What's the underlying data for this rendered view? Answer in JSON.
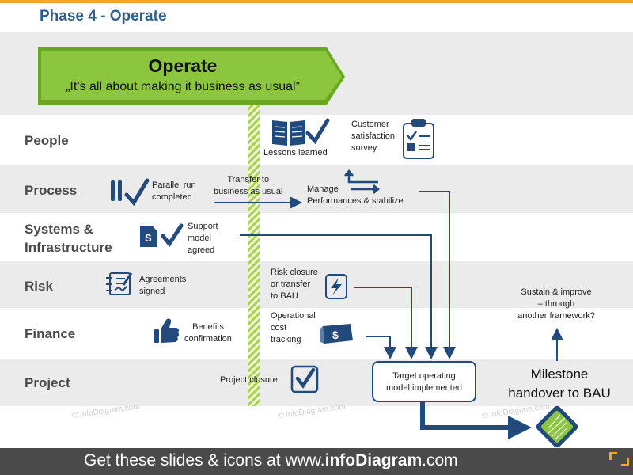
{
  "title": "Phase 4 - Operate",
  "banner": {
    "title": "Operate",
    "subtitle": "„It’s all about making it business as usual”"
  },
  "rows": [
    {
      "label": "People"
    },
    {
      "label": "Process"
    },
    {
      "label": "Systems &\nInfrastructure"
    },
    {
      "label": "Risk"
    },
    {
      "label": "Finance"
    },
    {
      "label": "Project"
    }
  ],
  "items": {
    "lessons_learned": "Lessons learned",
    "customer_survey": "Customer\nsatisfaction\nsurvey",
    "parallel_run": "Parallel run\ncompleted",
    "transfer_bau": "Transfer to\nbusiness as usual",
    "manage_perf": "Manage\nPerformances & stabilize",
    "support_model": "Support\nmodel\nagreed",
    "risk_closure": "Risk closure\nor transfer\nto BAU",
    "agreements": "Agreements\nsigned",
    "benefits": "Benefits\nconfirmation",
    "op_cost": "Operational\ncost\ntracking",
    "project_closure": "Project closure",
    "target_model": "Target operating\nmodel  implemented",
    "sustain": "Sustain & improve\n– through\nanother framework?",
    "milestone": "Milestone\nhandover to BAU"
  },
  "icons": {
    "book": "book-icon",
    "check": "check-icon",
    "clipboard": "clipboard-icon",
    "pause": "pause-icon",
    "transfer": "transfer-arrows-icon",
    "document": "document-s-icon",
    "agreement": "signed-document-icon",
    "lightning": "lightning-icon",
    "thumbs_up": "thumbs-up-icon",
    "dollar": "dollar-bill-icon",
    "checkbox": "checkbox-icon",
    "diamond": "diamond-milestone-icon"
  },
  "watermark": "© infoDiagram.com",
  "footer": {
    "prefix": "Get these slides & icons at www.",
    "brand": "infoDiagram",
    "suffix": ".com"
  },
  "colors": {
    "accent_green": "#7dbb2a",
    "navy": "#234a7c",
    "band_grey": "#ebebeb",
    "orange": "#f5a623",
    "footer_grey": "#4a4a4a",
    "title_blue": "#2f5f8a"
  }
}
